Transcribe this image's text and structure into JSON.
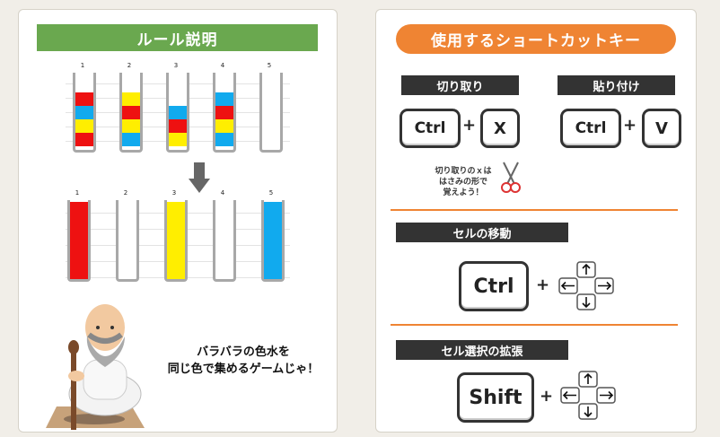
{
  "left": {
    "title": "ルール説明",
    "tube_numbers": [
      "1",
      "2",
      "3",
      "4",
      "5"
    ],
    "speech_line1": "バラバラの色水を",
    "speech_line2": "同じ色で集めるゲームじゃ！"
  },
  "right": {
    "title": "使用するショートカットキー",
    "cut": {
      "label": "切り取り",
      "key1": "Ctrl",
      "plus": "+",
      "key2": "X"
    },
    "paste": {
      "label": "貼り付け",
      "key1": "Ctrl",
      "plus": "+",
      "key2": "V"
    },
    "tip": {
      "line1": "切り取りのｘは",
      "line2": "はさみの形で",
      "line3": "覚えよう！"
    },
    "move": {
      "label": "セルの移動",
      "key": "Ctrl",
      "plus": "+"
    },
    "extend": {
      "label": "セル選択の拡張",
      "key": "Shift",
      "plus": "+"
    }
  },
  "colors": {
    "green": "#6aa84f",
    "orange": "#ef8433",
    "red": "#ee1111",
    "yellow": "#ffee00",
    "blue": "#11aaee",
    "tube": "#a8a8a8"
  }
}
